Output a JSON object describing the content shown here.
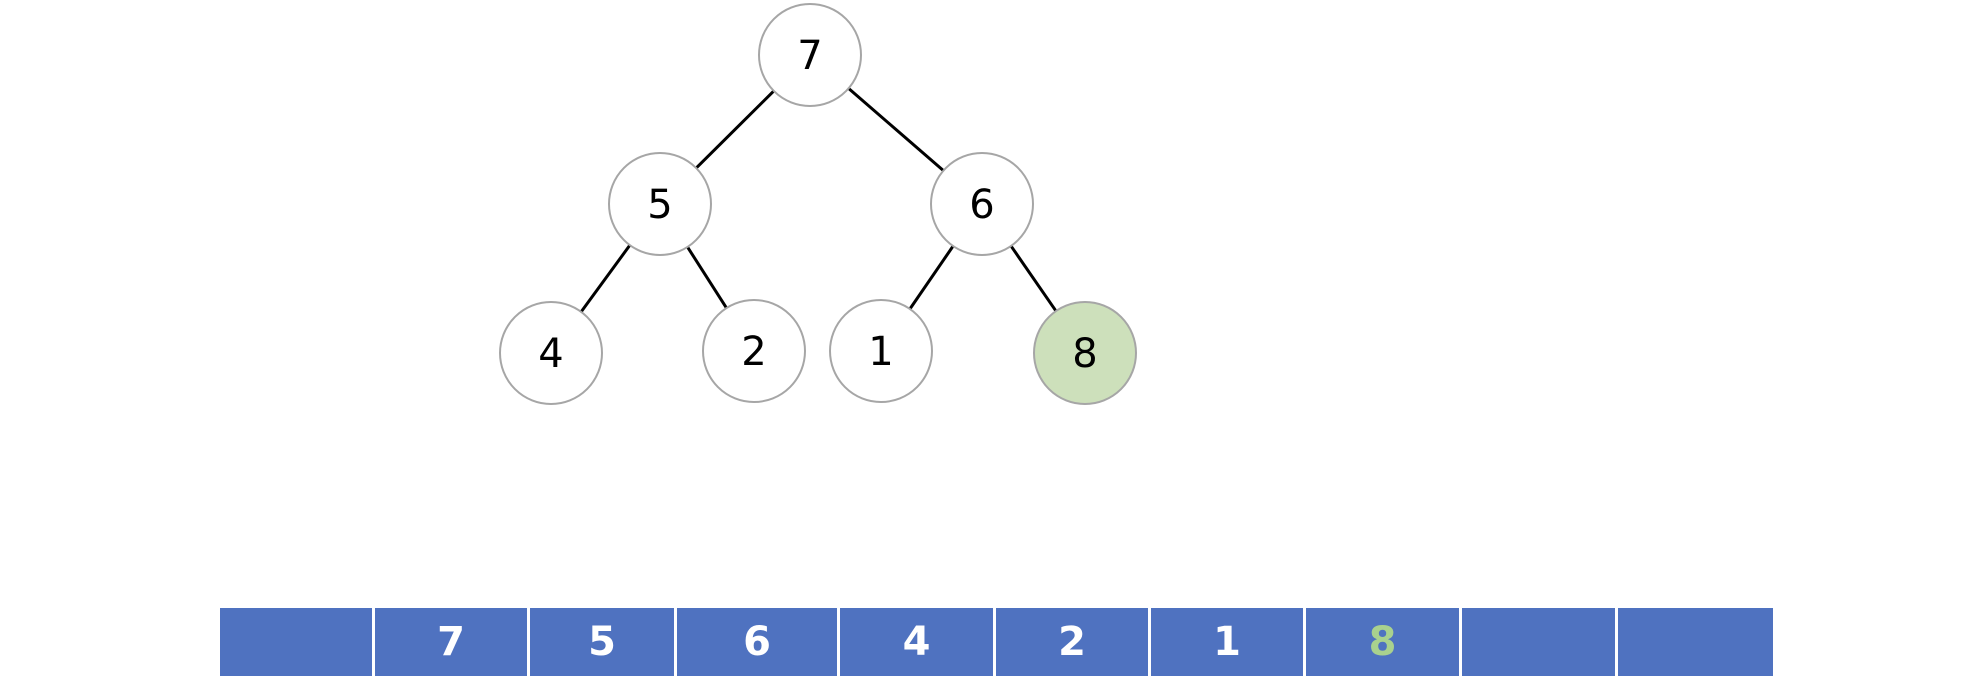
{
  "colors": {
    "node_fill": "#ffffff",
    "node_stroke": "#a6a6a6",
    "highlight_fill": "#cde0bb",
    "edge": "#000000",
    "cell_fill": "#4f72c0",
    "cell_text": "#ffffff",
    "highlight_text": "#a9d18e"
  },
  "tree": {
    "nodes": [
      {
        "id": "n0",
        "value": "7",
        "highlight": false
      },
      {
        "id": "n1",
        "value": "5",
        "highlight": false
      },
      {
        "id": "n2",
        "value": "6",
        "highlight": false
      },
      {
        "id": "n3",
        "value": "4",
        "highlight": false
      },
      {
        "id": "n4",
        "value": "2",
        "highlight": false
      },
      {
        "id": "n5",
        "value": "1",
        "highlight": false
      },
      {
        "id": "n6",
        "value": "8",
        "highlight": true
      }
    ],
    "edges": [
      [
        "n0",
        "n1"
      ],
      [
        "n0",
        "n2"
      ],
      [
        "n1",
        "n3"
      ],
      [
        "n1",
        "n4"
      ],
      [
        "n2",
        "n5"
      ],
      [
        "n2",
        "n6"
      ]
    ]
  },
  "array": {
    "cells": [
      {
        "value": "",
        "highlight": false
      },
      {
        "value": "7",
        "highlight": false
      },
      {
        "value": "5",
        "highlight": false
      },
      {
        "value": "6",
        "highlight": false
      },
      {
        "value": "4",
        "highlight": false
      },
      {
        "value": "2",
        "highlight": false
      },
      {
        "value": "1",
        "highlight": false
      },
      {
        "value": "8",
        "highlight": true
      },
      {
        "value": "",
        "highlight": false
      },
      {
        "value": "",
        "highlight": false
      }
    ]
  }
}
